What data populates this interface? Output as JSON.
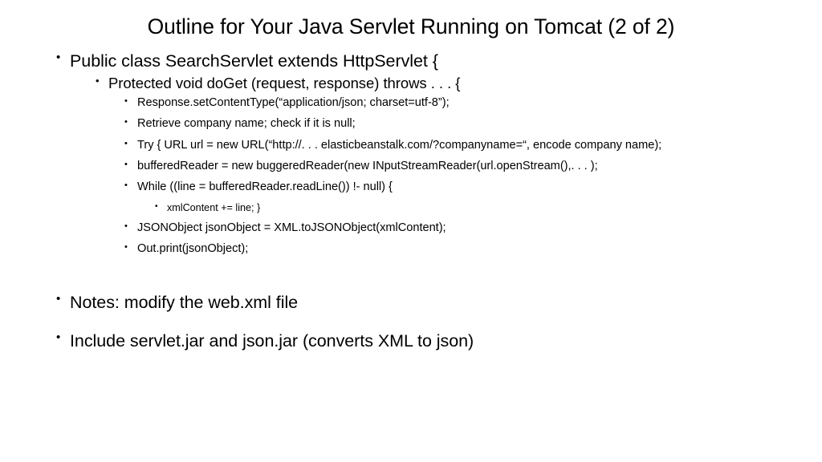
{
  "slide": {
    "title": "Outline for Your Java Servlet Running on Tomcat (2 of 2)",
    "bullet_marker": "•",
    "background_color": "#FFFFFF",
    "text_color": "#000000",
    "outline": [
      {
        "level": 1,
        "text": "Public class SearchServlet extends HttpServlet {"
      },
      {
        "level": 2,
        "text": "Protected void doGet (request, response) throws . . . {"
      },
      {
        "level": 3,
        "text": "Response.setContentType(“application/json; charset=utf-8”);"
      },
      {
        "level": 3,
        "text": "Retrieve company name; check if it is null;"
      },
      {
        "level": 3,
        "text": "Try { URL url = new URL(“http://. . . elasticbeanstalk.com/?companyname=“, encode company name);"
      },
      {
        "level": 3,
        "text": "bufferedReader = new buggeredReader(new INputStreamReader(url.openStream(),. . . );"
      },
      {
        "level": 3,
        "text": "While ((line = bufferedReader.readLine()) !- null) {"
      },
      {
        "level": 4,
        "text": "xmlContent += line; }"
      },
      {
        "level": 3,
        "text": "JSONObject jsonObject = XML.toJSONObject(xmlContent);"
      },
      {
        "level": 3,
        "text": "Out.print(jsonObject);"
      },
      {
        "level": 1,
        "text": "Notes: modify the web.xml file"
      },
      {
        "level": 1,
        "text": "Include servlet.jar and json.jar (converts XML to json)"
      }
    ]
  }
}
